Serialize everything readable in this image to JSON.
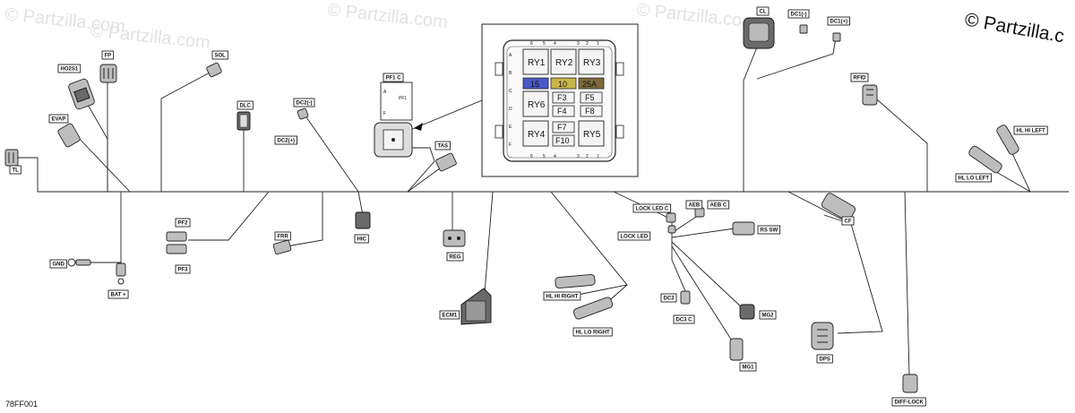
{
  "watermarks": [
    "© Partzilla.com",
    "© Partzilla.com",
    "© Partzilla.com",
    "© Partzilla.com"
  ],
  "corner_watermark": "© Partzilla.c",
  "figure_code": "78FF001",
  "fuse_box": {
    "relays": [
      "RY1",
      "RY2",
      "RY3",
      "RY6",
      "RY4",
      "RY5"
    ],
    "fuses_colored": [
      "15",
      "10",
      "25A"
    ],
    "fuse_colors": [
      "#4a59c8",
      "#c8b54a",
      "#7d6a3c"
    ],
    "fuses": [
      "F3",
      "F5",
      "F4",
      "F8",
      "F7",
      "F10"
    ],
    "pins_top": [
      "6",
      "5",
      "4",
      "3",
      "2",
      "1"
    ],
    "pins_bottom": [
      "6",
      "5",
      "4",
      "3",
      "2",
      "1"
    ],
    "rows_left": [
      "A",
      "B",
      "C",
      "D",
      "E",
      "F"
    ]
  },
  "labels": {
    "tl": "TL",
    "evap": "EVAP",
    "ho2s1": "HO2S1",
    "fp": "FP",
    "sol": "SOL",
    "dlc": "DLC",
    "dc2_minus": "DC2(-)",
    "dc2_plus": "DC2(+)",
    "pf1c": "PF1 C",
    "pf1_a": "A",
    "pf1_f": "F",
    "pf1": "PF1",
    "tas": "TAS",
    "cl": "CL",
    "dc1_minus": "DC1(-)",
    "dc1_plus": "DC1(+)",
    "rfid": "RFID",
    "hl_hi_left": "HL HI LEFT",
    "hl_lo_left": "HL LO LEFT",
    "pf2": "PF2",
    "pf3": "PF3",
    "gnd": "GND",
    "bat": "BAT +",
    "frr": "FRR",
    "hic": "HIC",
    "reg": "REG",
    "ecm1": "ECM1",
    "hl_hi_right": "HL HI RIGHT",
    "hl_lo_right": "HL LO RIGHT",
    "lock_led_c": "LOCK LED C",
    "lock_led": "LOCK LED",
    "aeb": "AEB",
    "aeb_c": "AEB C",
    "rs_sw": "RS SW",
    "dc3": "DC3",
    "dc3_c": "DC3 C",
    "mg2": "MG2",
    "mg1": "MG1",
    "cf": "CF",
    "dps": "DPS",
    "diff_lock": "DIFF-LOCK"
  }
}
